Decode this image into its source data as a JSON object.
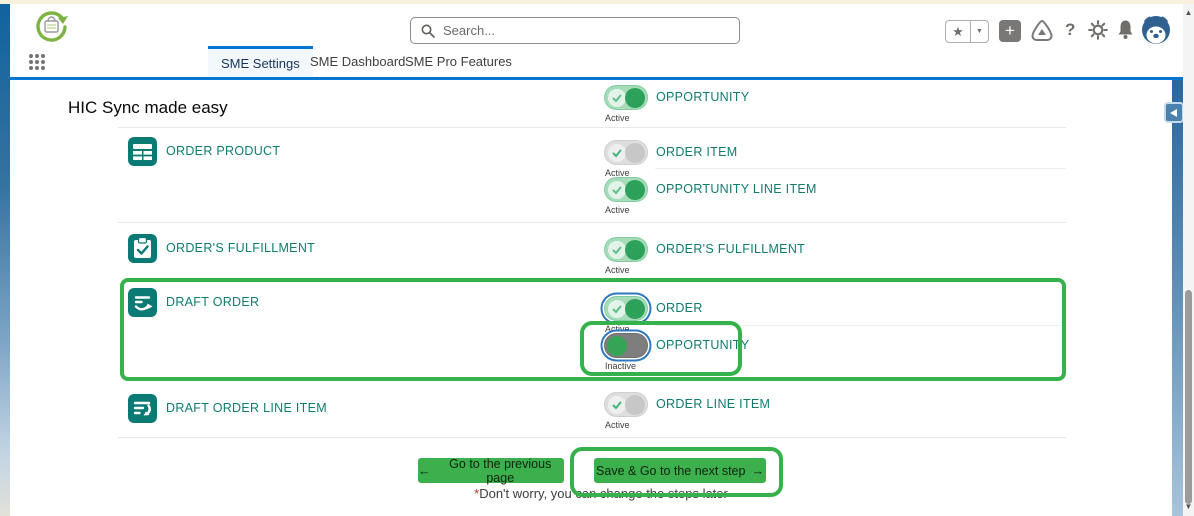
{
  "header": {
    "app_name": "HIC Sync made easy",
    "search_placeholder": "Search...",
    "tabs": [
      {
        "label": "SME Settings",
        "active": true
      },
      {
        "label": "SME Dashboard",
        "active": false
      },
      {
        "label": "SME Pro Features",
        "active": false
      }
    ],
    "glyphs": {
      "star": "★",
      "caret": "▼",
      "plus": "+",
      "help": "?"
    },
    "icons": [
      "favorites-icon",
      "add-icon",
      "trailhead-icon",
      "help-icon",
      "setup-gear-icon",
      "notifications-bell-icon",
      "avatar"
    ]
  },
  "content": {
    "top_toggle": {
      "label": "OPPORTUNITY",
      "state_label": "Active",
      "state": "active"
    },
    "rows": [
      {
        "name": "ORDER PRODUCT",
        "icon": "table-grid-icon",
        "toggles": [
          {
            "label": "ORDER ITEM",
            "state_label": "Active",
            "style": "gray"
          },
          {
            "label": "OPPORTUNITY LINE ITEM",
            "state_label": "Active",
            "style": "green"
          }
        ]
      },
      {
        "name": "ORDER'S FULFILLMENT",
        "icon": "clipboard-check-icon",
        "toggles": [
          {
            "label": "ORDER'S FULFILLMENT",
            "state_label": "Active",
            "style": "green"
          }
        ]
      },
      {
        "name": "DRAFT ORDER",
        "icon": "draft-order-icon",
        "highlighted": true,
        "toggles": [
          {
            "label": "ORDER",
            "state_label": "Active",
            "style": "green",
            "focused": true
          },
          {
            "label": "OPPORTUNITY",
            "state_label": "Inactive",
            "style": "off",
            "focused": true,
            "highlighted": true
          }
        ]
      },
      {
        "name": "DRAFT ORDER LINE ITEM",
        "icon": "draft-order-lines-icon",
        "toggles": [
          {
            "label": "ORDER LINE ITEM",
            "state_label": "Active",
            "style": "gray"
          }
        ]
      }
    ],
    "footer": {
      "prev_arrow": "←",
      "prev_label": "Go to the previous page",
      "save_label": "Save & Go to the next step",
      "save_arrow": "→",
      "note_asterisk": "*",
      "note": "Don't worry, you can change the steps later"
    }
  },
  "scrollbar": {
    "up": "▲",
    "down": "▼"
  },
  "colors": {
    "accent_blue": "#0176d3",
    "icon_teal": "#0c7a74",
    "label_teal": "#0e7d6e",
    "button_green": "#3bb04d",
    "annotation_green": "#35b24b",
    "toggle_active_green": "#2da15a",
    "toggle_inactive_gray": "#7e7e7e"
  }
}
